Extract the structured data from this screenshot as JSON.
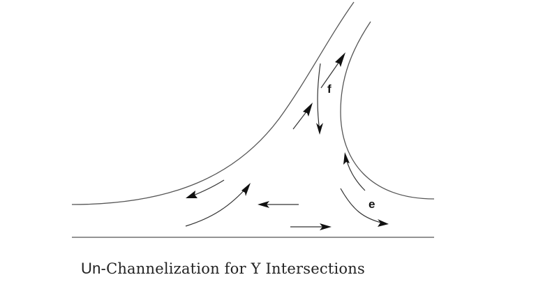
{
  "diagram": {
    "type": "Y intersection",
    "labels": {
      "f": "f",
      "e": "e"
    },
    "roads": [
      {
        "name": "main-road-bottom-edge",
        "shape": "straight line"
      },
      {
        "name": "main-road-top-left-edge",
        "shape": "curve merging into left edge of branch"
      },
      {
        "name": "branch-left-edge",
        "shape": "curve"
      },
      {
        "name": "branch-right-edge",
        "shape": "curve sweeping into main road top right edge"
      }
    ],
    "flow_arrows": [
      {
        "name": "arrow-branch-up",
        "direction": "up-right",
        "near_label": "f"
      },
      {
        "name": "arrow-branch-down",
        "direction": "down",
        "near_label": "f"
      },
      {
        "name": "arrow-branch-mid-up",
        "direction": "up-right"
      },
      {
        "name": "arrow-left-outbound",
        "direction": "down-left"
      },
      {
        "name": "arrow-left-turn-up",
        "direction": "up-right"
      },
      {
        "name": "arrow-main-westbound",
        "direction": "left"
      },
      {
        "name": "arrow-main-eastbound",
        "direction": "right"
      },
      {
        "name": "arrow-right-turn-up",
        "direction": "up-left",
        "near_label": "e"
      },
      {
        "name": "arrow-right-turn-down",
        "direction": "down-right",
        "near_label": "e"
      }
    ],
    "colors": {
      "road_lines": "#555555",
      "arrows": "#111111",
      "background": "#ffffff"
    }
  },
  "caption": {
    "prefix": "Un-",
    "rest": "Channelization for Y Intersections"
  }
}
